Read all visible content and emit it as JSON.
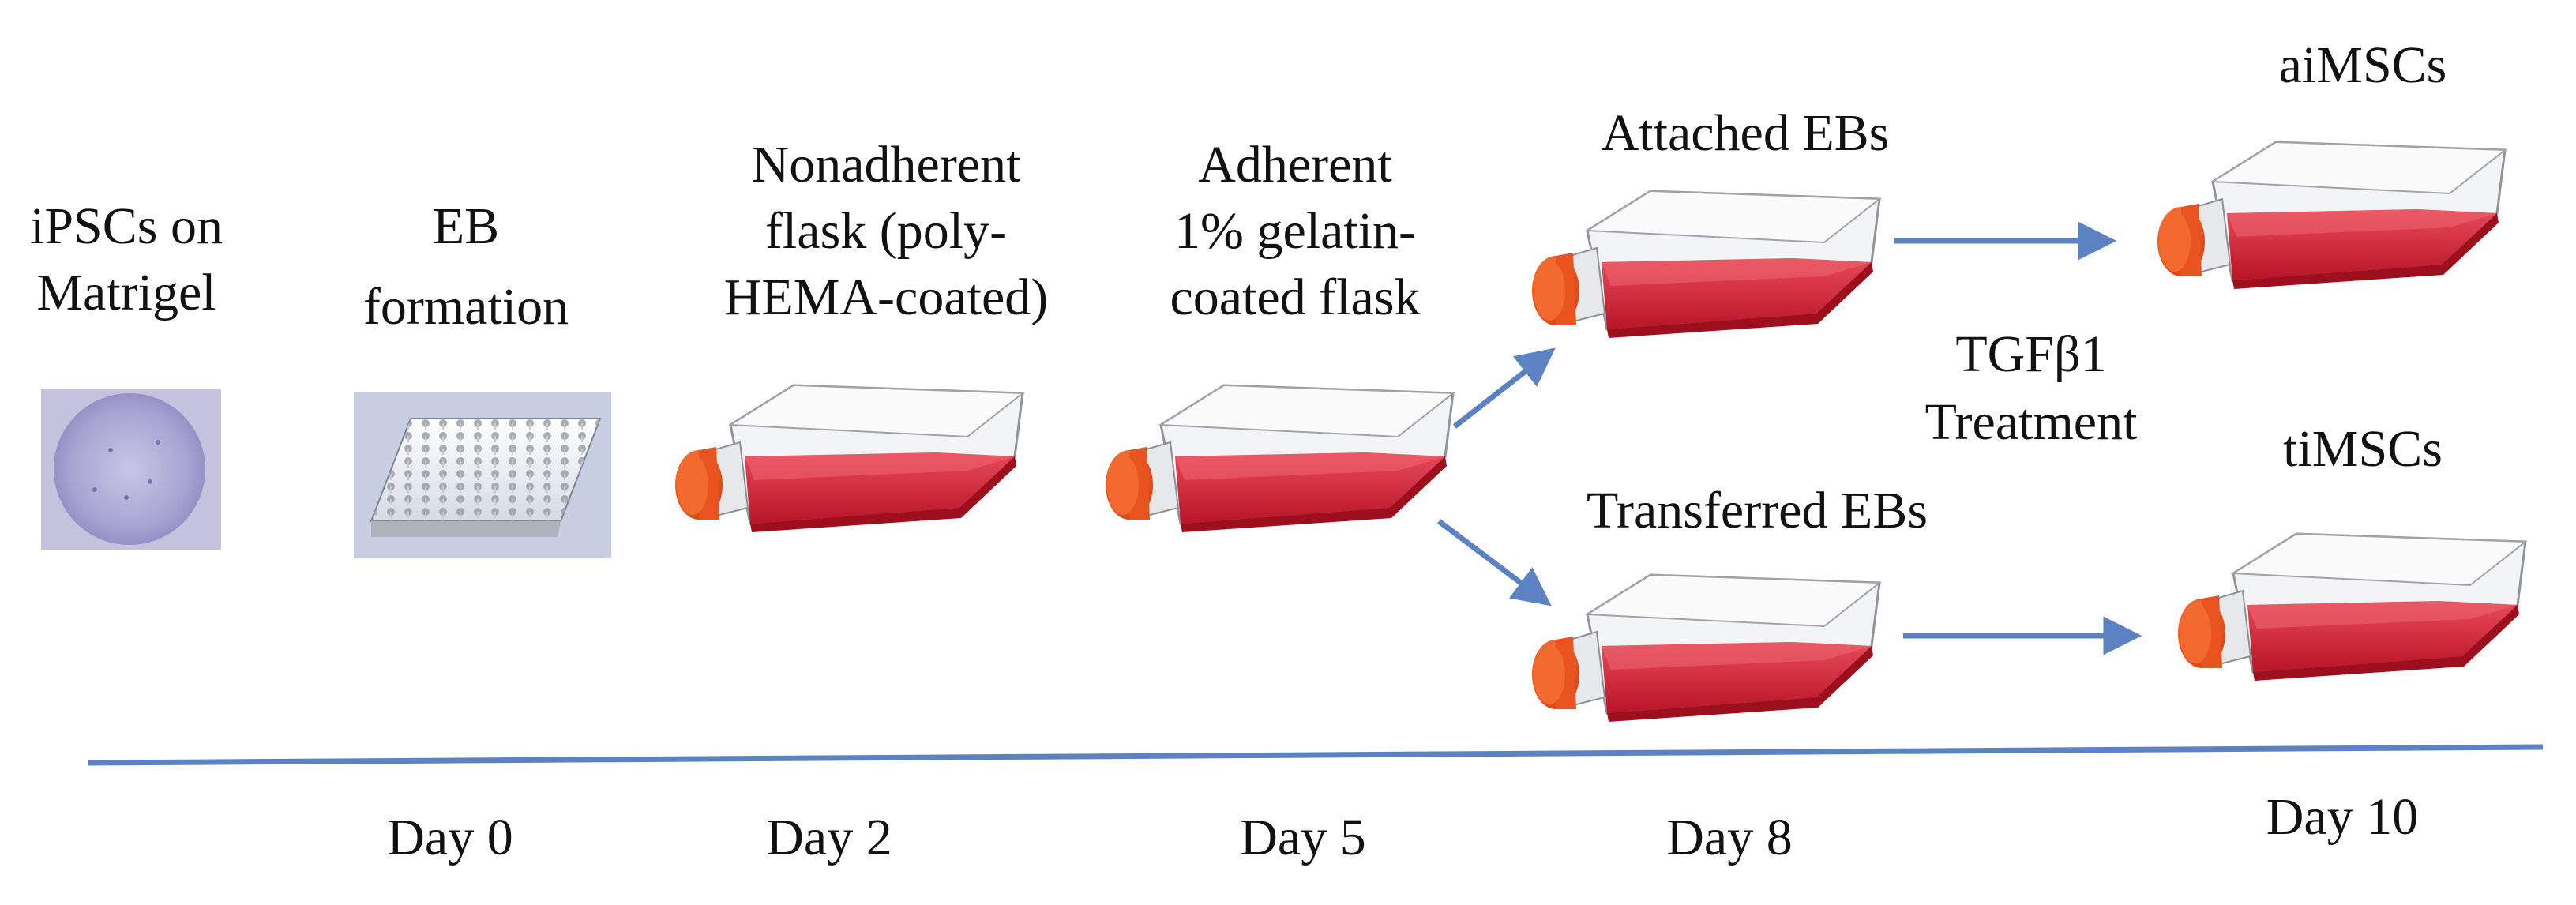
{
  "colors": {
    "arrow": "#5b82c3",
    "timeline": "#5b82c3",
    "medium": "#d8283a",
    "cap": "#ef5320",
    "flask_glass": "#eef0f2"
  },
  "stages": {
    "ipsc_line1": "iPSCs on",
    "ipsc_line2": "Matrigel",
    "eb_line1": "EB",
    "eb_line2": "formation",
    "nonadherent_line1": "Nonadherent",
    "nonadherent_line2": "flask (poly-",
    "nonadherent_line3": "HEMA-coated)",
    "adherent_line1": "Adherent",
    "adherent_line2": "1% gelatin-",
    "adherent_line3": "coated flask",
    "attached": "Attached EBs",
    "transferred": "Transferred EBs",
    "treatment_line1": "TGFβ1",
    "treatment_line2": "Treatment",
    "aimsc": "aiMSCs",
    "timsc": "tiMSCs"
  },
  "timeline": {
    "day0": "Day 0",
    "day2": "Day 2",
    "day5": "Day 5",
    "day8": "Day 8",
    "day10": "Day 10"
  },
  "images": {
    "ipsc": "ipsc-colony-micrograph",
    "eb_plate": "well-plate-image"
  }
}
